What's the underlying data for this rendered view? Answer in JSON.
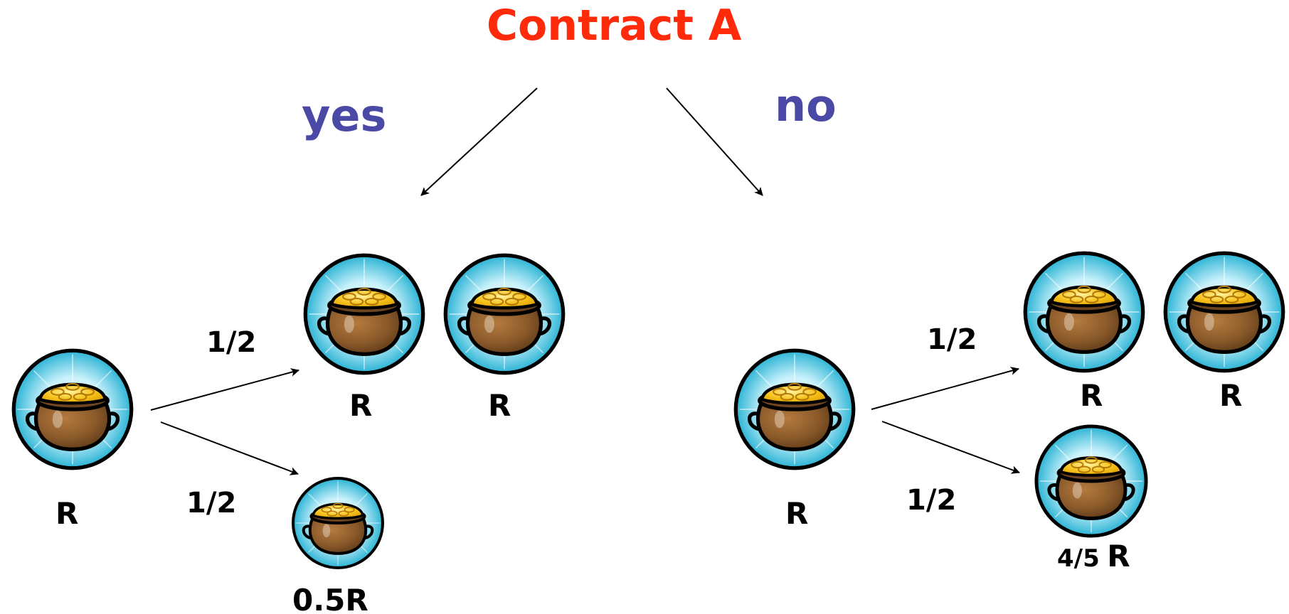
{
  "title": "Contract A",
  "colors": {
    "title": "#ff2a0a",
    "branch": "#4a4aa6",
    "text": "#000000",
    "pot_circle": "#29b6d6",
    "pot_body": "#8b5a2b",
    "gold": "#f7c21a"
  },
  "branches": {
    "yes": {
      "label": "yes",
      "start": {
        "value": "R"
      },
      "up": {
        "probability": "1/2",
        "values": [
          "R",
          "R"
        ]
      },
      "down": {
        "probability": "1/2",
        "value": "0.5R"
      }
    },
    "no": {
      "label": "no",
      "start": {
        "value": "R"
      },
      "up": {
        "probability": "1/2",
        "values": [
          "R",
          "R"
        ]
      },
      "down": {
        "probability": "1/2",
        "value_fraction": "4/5",
        "value_unit": "R"
      }
    }
  },
  "icon": "pot-of-gold-icon"
}
